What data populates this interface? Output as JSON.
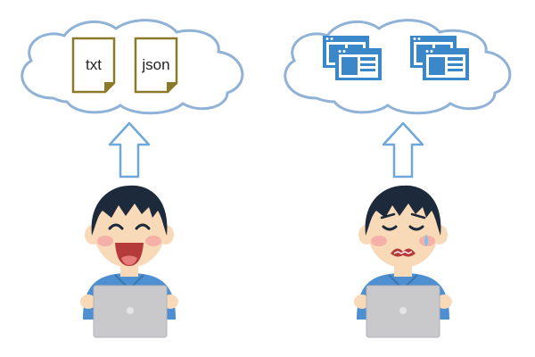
{
  "files": [
    {
      "label": "txt",
      "icon": "text-file-icon"
    },
    {
      "label": "json",
      "icon": "json-file-icon"
    }
  ],
  "colors": {
    "cloud_stroke": "#8fb2d6",
    "arrow_stroke": "#6fa7d8",
    "document_border": "#8c7a2b",
    "browser_blue": "#3a87c9",
    "shirt": "#4d8fd0",
    "hair": "#1c2a3b",
    "skin": "#f8d9b8",
    "laptop": "#c9c9cc"
  },
  "scenes": [
    {
      "side": "left",
      "upload": "files",
      "mood": "happy"
    },
    {
      "side": "right",
      "upload": "web-pages",
      "mood": "sad"
    }
  ]
}
